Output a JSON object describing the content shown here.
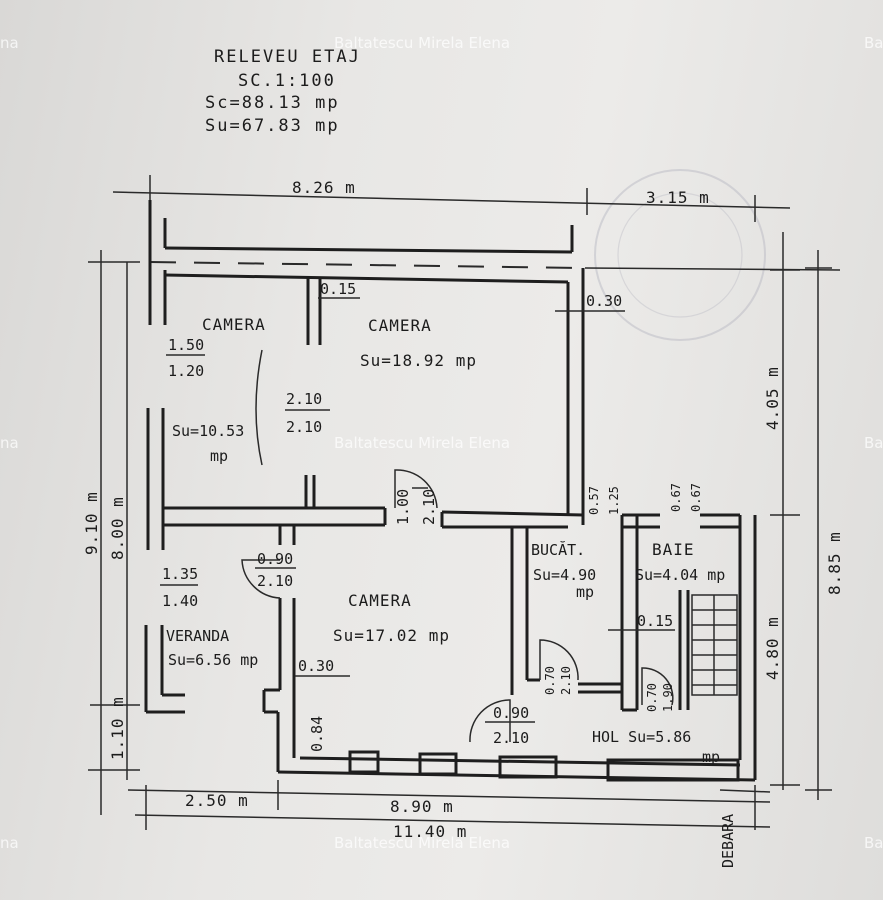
{
  "header": {
    "title": "RELEVEU ETAJ",
    "scale": "SC.1:100",
    "sc": "Sc=88.13 mp",
    "su": "Su=67.83 mp"
  },
  "watermark": "Baltatescu Mirela Elena",
  "watermark_edge_left": "na",
  "watermark_edge_right": "Ba",
  "dimensions": {
    "top_left": "8.26 m",
    "top_right": "3.15 m",
    "right_4_05": "4.05 m",
    "right_4_80": "4.80 m",
    "right_8_85": "8.85 m",
    "left_9_10": "9.10 m",
    "left_8_00": "8.00 m",
    "left_1_10": "1.10 m",
    "bottom_2_50": "2.50 m",
    "bottom_8_90": "8.90 m",
    "bottom_11_40": "11.40 m"
  },
  "rooms": {
    "camera_left_name": "CAMERA",
    "camera_left_area": "Su=10.53",
    "camera_left_unit": "mp",
    "camera_top_name": "CAMERA",
    "camera_top_area": "Su=18.92 mp",
    "camera_center_name": "CAMERA",
    "camera_center_area": "Su=17.02 mp",
    "veranda_name": "VERANDA",
    "veranda_area": "Su=6.56 mp",
    "bucat_name": "BUCĂT.",
    "bucat_area": "Su=4.90",
    "bucat_unit": "mp",
    "baie_name": "BAIE",
    "baie_area": "Su=4.04 mp",
    "hol_label": "HOL Su=5.86",
    "hol_unit": "mp",
    "debara": "DEBARA"
  },
  "openings": {
    "o_015_top": "0.15",
    "o_030_top": "0.30",
    "o_150": "1.50",
    "o_120": "1.20",
    "o_210_a": "2.10",
    "o_210_b": "2.10",
    "o_100": "1.00",
    "o_210_c": "2.10",
    "o_057": "0.57",
    "o_125": "1.25",
    "o_067_a": "0.67",
    "o_067_b": "0.67",
    "o_090_a": "0.90",
    "o_210_d": "2.10",
    "o_135": "1.35",
    "o_140": "1.40",
    "o_015_mid": "0.15",
    "o_030_mid": "0.30",
    "o_070_a": "0.70",
    "o_210_e": "2.10",
    "o_070_b": "0.70",
    "o_190": "1.90",
    "o_084": "0.84",
    "o_090_b": "0.90",
    "o_210_f": "2.10"
  }
}
